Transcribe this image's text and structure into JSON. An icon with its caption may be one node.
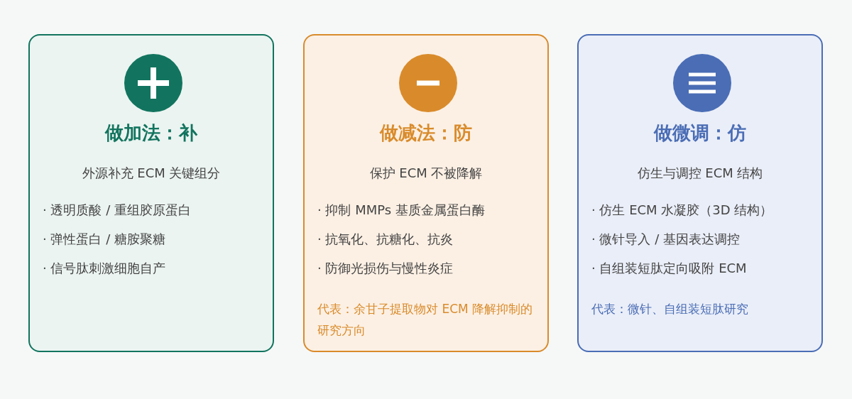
{
  "diagram": {
    "nodes": [
      {
        "text": [
          "做加法：补",
          "外源补充 ECM 关键组分",
          "· 透明质酸 / 重组胶原蛋白",
          "· 弹性蛋白 / 糖胺聚糖",
          "· 信号肽刺激细胞自产"
        ]
      },
      {
        "text": [
          "做减法：防",
          "保护 ECM 不被降解",
          "· 抑制 MMPs 基质金属蛋白酶",
          "· 抗氧化、抗糖化、抗炎",
          "· 防御光损伤与慢性炎症",
          "代表：余甘子提取物对 ECM 降解抑制的研究方向"
        ]
      },
      {
        "text": [
          "做微调：仿",
          "仿生与调控 ECM 结构",
          "· 仿生 ECM 水凝胶（3D 结构）",
          "· 微针导入 / 基因表达调控",
          "· 自组装短肽定向吸附 ECM",
          "代表：微针、自组装短肽研究"
        ]
      }
    ],
    "edges": []
  }
}
